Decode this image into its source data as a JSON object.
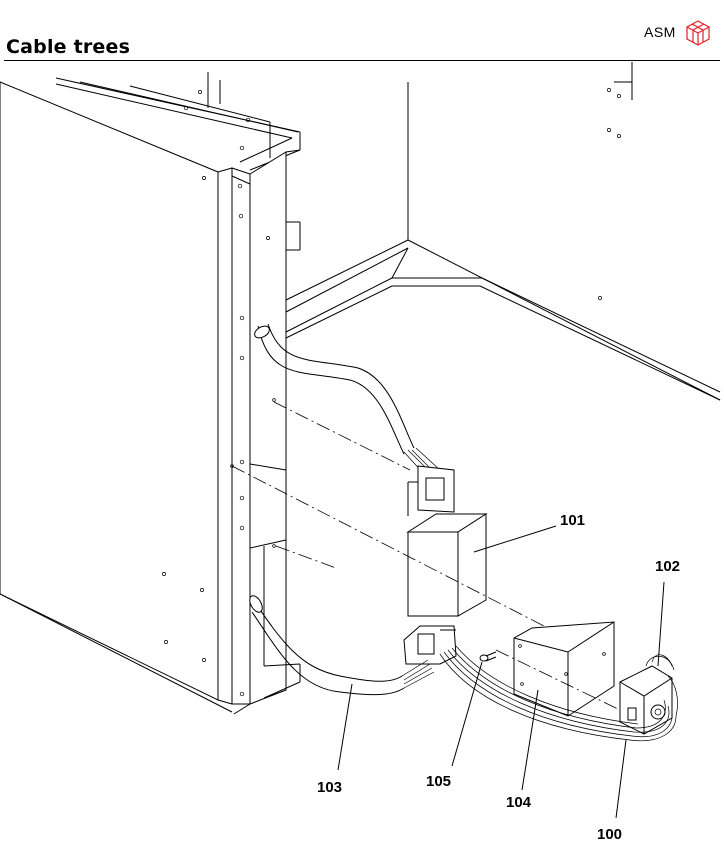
{
  "header": {
    "title": "Cable trees",
    "brand": "ASM",
    "logo_color": "#e31e24"
  },
  "callouts": {
    "c100": "100",
    "c101": "101",
    "c102": "102",
    "c103": "103",
    "c104": "104",
    "c105": "105"
  }
}
